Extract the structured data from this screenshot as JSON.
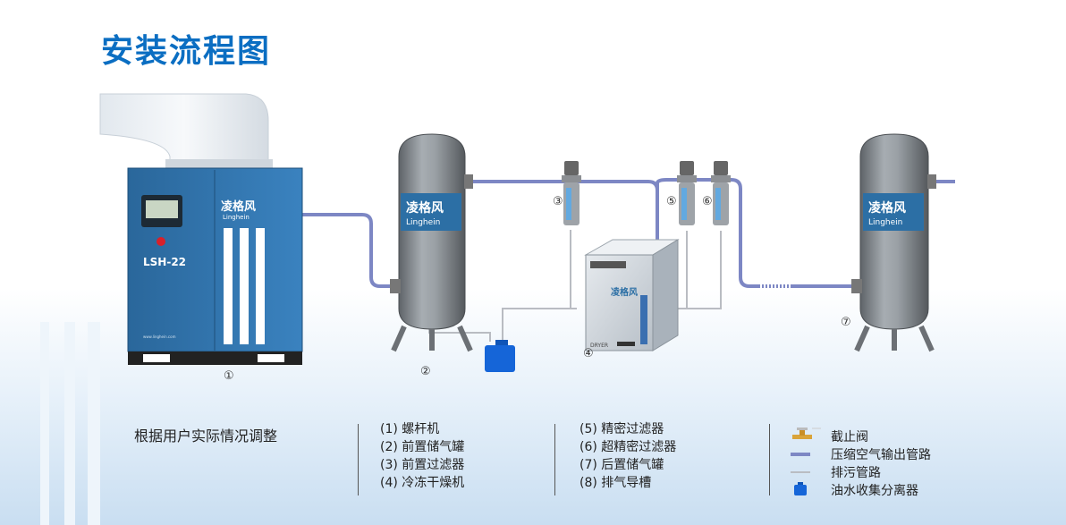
{
  "title": "安装流程图",
  "brand": {
    "cn": "凌格风",
    "en": "Linghein"
  },
  "compressor": {
    "model": "LSH-22",
    "site": "www.linghein.com"
  },
  "dryer_label": "DRYER",
  "markers": {
    "m1": "①",
    "m2": "②",
    "m3": "③",
    "m4": "④",
    "m5": "⑤",
    "m6": "⑥",
    "m7": "⑦"
  },
  "legend": {
    "note": "根据用户实际情况调整",
    "col1": [
      "(1) 螺杆机",
      "(2) 前置储气罐",
      "(3) 前置过滤器",
      "(4) 冷冻干燥机"
    ],
    "col2": [
      "(5) 精密过滤器",
      "(6) 超精密过滤器",
      "(7) 后置储气罐",
      "(8) 排气导槽"
    ],
    "symbols": [
      {
        "icon": "valve-icon",
        "label": "截止阀"
      },
      {
        "icon": "air-pipe-icon",
        "label": "压缩空气输出管路"
      },
      {
        "icon": "drain-pipe-icon",
        "label": "排污管路"
      },
      {
        "icon": "separator-icon",
        "label": "油水收集分离器"
      }
    ]
  },
  "colors": {
    "title": "#0b6ec2",
    "pipe": "#7d87c4",
    "drain": "#b9bcc2",
    "tank": "#8a9095",
    "compressor": "#2c6fa5"
  }
}
